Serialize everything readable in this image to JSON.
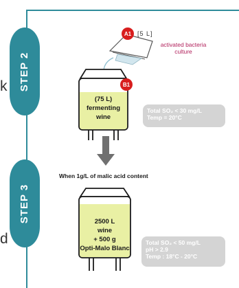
{
  "steps": [
    {
      "label": "STEP 2"
    },
    {
      "label": "STEP 3"
    }
  ],
  "clipped_text": {
    "top": "k",
    "bottom": "d"
  },
  "step2": {
    "badge_a": "A1",
    "volume": "[5 L]",
    "bacteria_label_line1": "activated bacteria",
    "bacteria_label_line2": "culture",
    "badge_b": "B1",
    "tank_line1": "(75 L)",
    "tank_line2": "fermenting",
    "tank_line3": "wine",
    "sulfite_line1": "Total SO₂ < 30 mg/L",
    "sulfite_line2": "Temp = 20°C"
  },
  "transition": {
    "caption": "When 1g/L of malic acid content"
  },
  "step3": {
    "tank_line1": "2500 L",
    "tank_line2": "wine",
    "tank_line3": "+ 500 g",
    "tank_line4": "Opti-Malo Blanc",
    "sulfite_line1": "Total SO₂ < 50 mg/L",
    "sulfite_line2": "pH > 2.9",
    "sulfite_line3": "Temp : 18°C - 20°C"
  },
  "colors": {
    "accent_teal": "#2e8b9a",
    "badge_red": "#d81e1e",
    "wine_fill": "#e9f0a4",
    "tank_outline": "#1a1a1a",
    "bacteria_text": "#b01f5a",
    "info_box": "#d4d4d4",
    "arrow": "#707070"
  },
  "icons": [
    "pouring-container-icon",
    "fermentation-tank-icon",
    "down-arrow-icon"
  ]
}
